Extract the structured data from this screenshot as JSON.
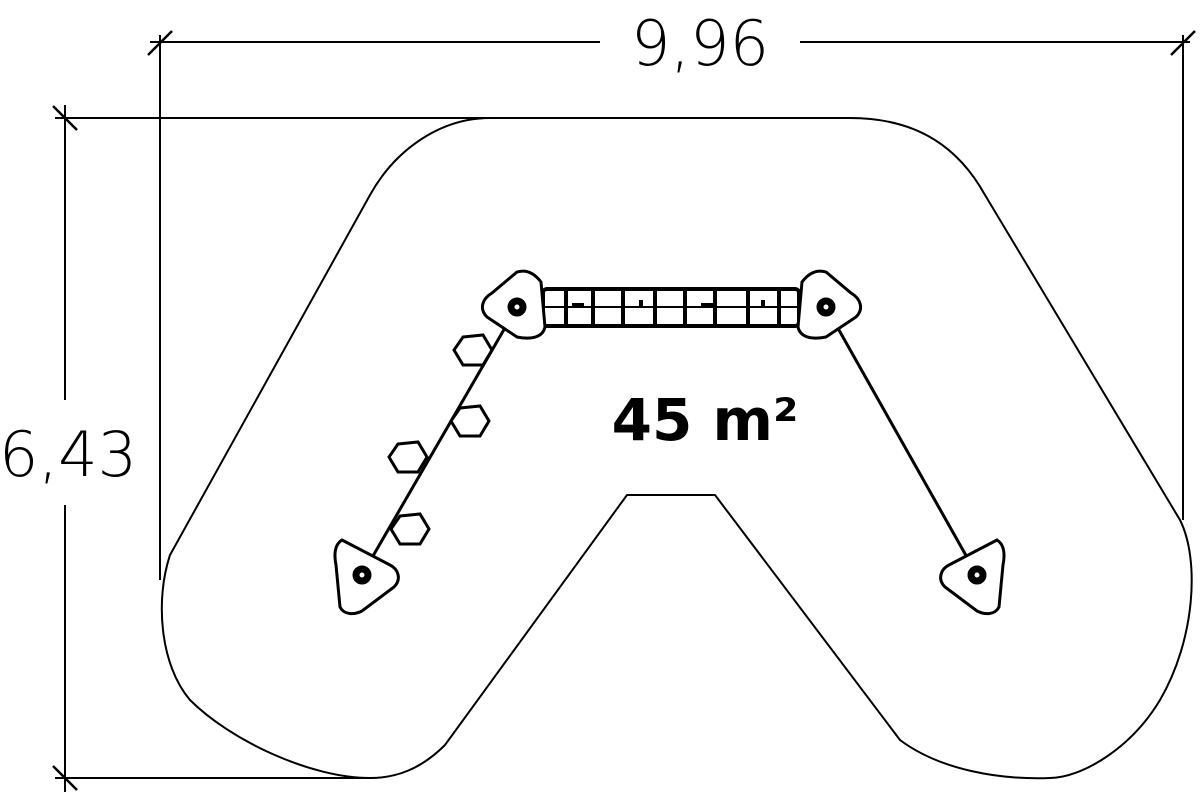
{
  "dimensions": {
    "width_label": "9,96",
    "height_label": "6,43"
  },
  "area_label": "45 m²",
  "colors": {
    "line": "#000000",
    "background": "#ffffff"
  },
  "posts": [
    "post-top-left",
    "post-top-right",
    "post-bottom-left",
    "post-bottom-right"
  ],
  "stepping_plates": 4
}
